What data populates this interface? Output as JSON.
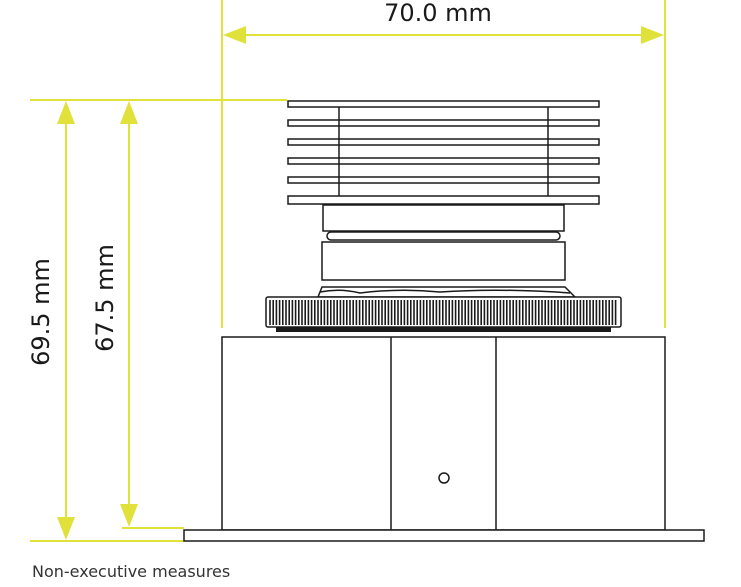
{
  "dimensions": {
    "width_label": "70.0 mm",
    "height_outer_label": "69.5 mm",
    "height_inner_label": "67.5 mm"
  },
  "footnote": "Non-executive measures",
  "colors": {
    "dimension_line": "#e1e13c",
    "outline": "#1a1a1a",
    "background": "#ffffff"
  }
}
